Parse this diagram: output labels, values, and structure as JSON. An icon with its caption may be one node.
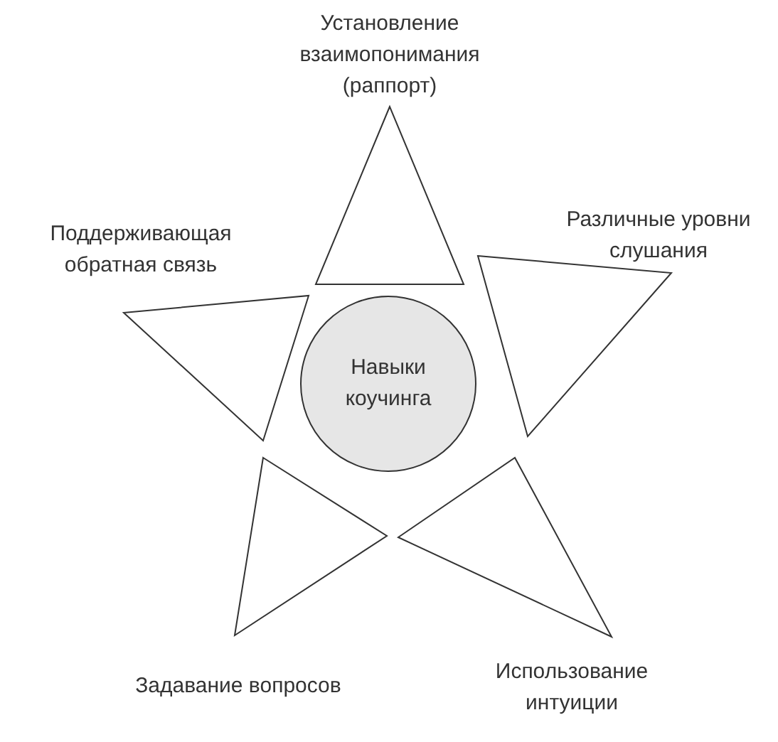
{
  "diagram": {
    "nodes": [
      {
        "text": [
          "Установление взаимопонимания (раппорт)"
        ]
      },
      {
        "text": [
          "Поддерживающая обратная связь"
        ]
      },
      {
        "text": [
          "Различные уровни слушания"
        ]
      },
      {
        "text": [
          "Навыки коучинга"
        ]
      },
      {
        "text": [
          "Задавание вопросов"
        ]
      },
      {
        "text": [
          "Использование интуиции"
        ]
      }
    ]
  }
}
